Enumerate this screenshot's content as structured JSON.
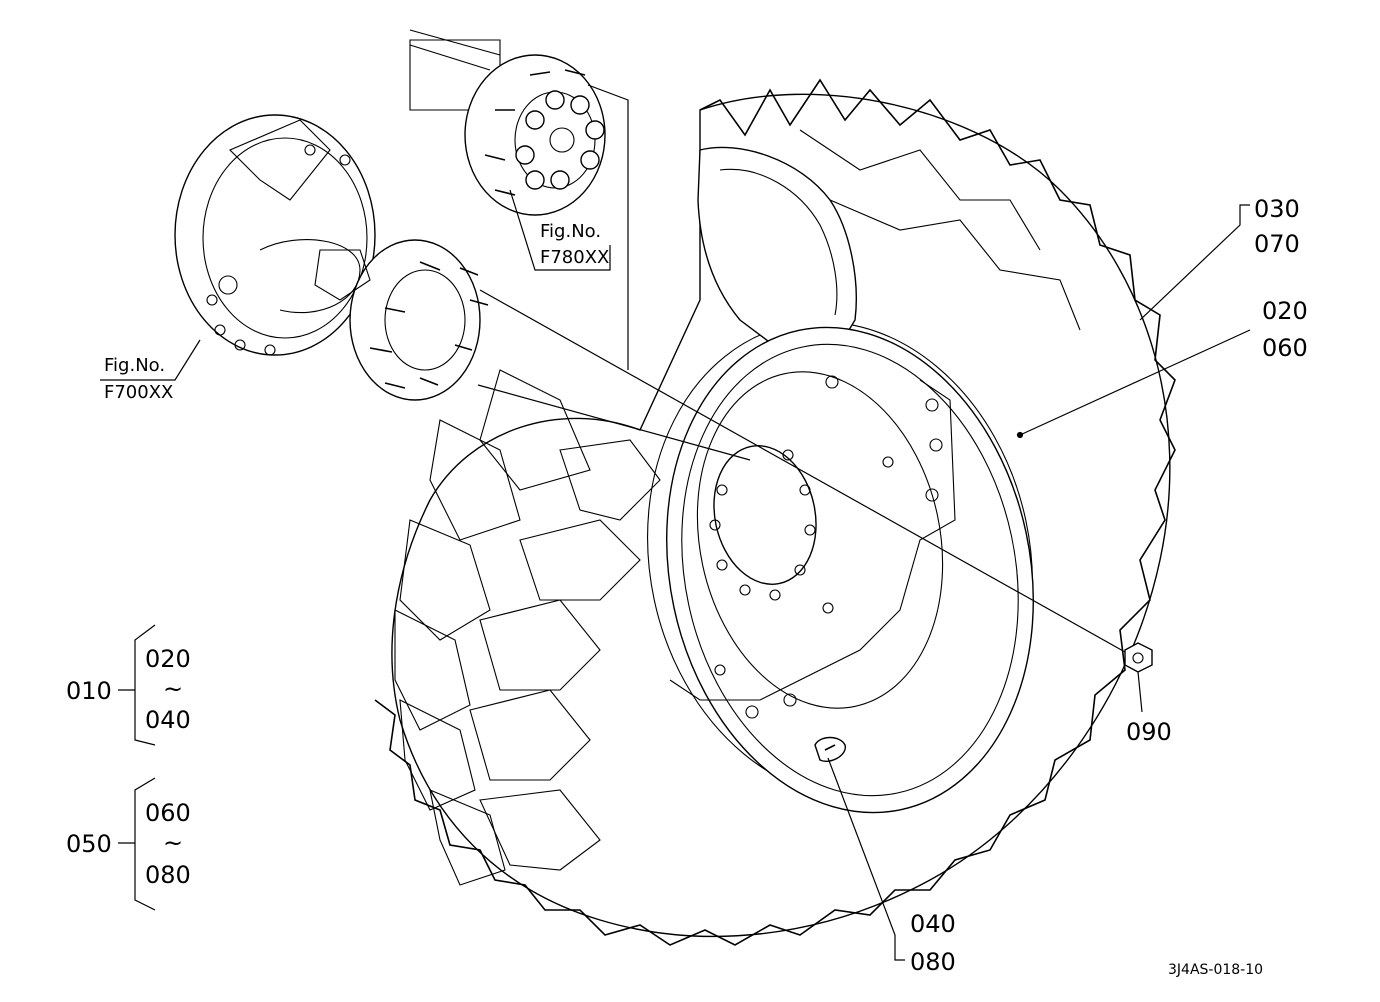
{
  "callouts": {
    "tire_top": "030",
    "tire_bottom": "070",
    "rim_top": "020",
    "rim_bottom": "060",
    "nut": "090",
    "valve_top": "040",
    "valve_bottom": "080"
  },
  "figure_refs": {
    "axle_hub": {
      "line1": "Fig.No.",
      "line2": "F780XX"
    },
    "final_drive": {
      "line1": "Fig.No.",
      "line2": "F700XX"
    }
  },
  "assemblies": [
    {
      "id": "010",
      "from": "020",
      "tilde": "~",
      "to": "040"
    },
    {
      "id": "050",
      "from": "060",
      "tilde": "~",
      "to": "080"
    }
  ],
  "drawing_code": "3J4AS-018-10"
}
